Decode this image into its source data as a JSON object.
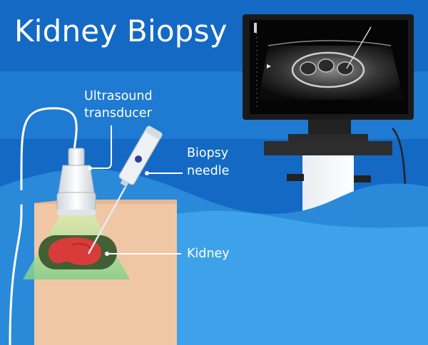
{
  "title": "Kidney Biopsy",
  "labels": {
    "transducer_line1": "Ultrasound",
    "transducer_line2": "transducer",
    "needle_line1": "Biopsy",
    "needle_line2": "needle",
    "kidney": "Kidney"
  },
  "colors": {
    "background": "#1469c4",
    "band": "#1f7ad1",
    "wave_front": "#3ea2ea",
    "wave_back": "#2a8ad9",
    "skin": "#f0c7a4",
    "kidney": "#d93b3b",
    "monitor": "#1a1a1a",
    "screen": "#050505"
  },
  "icons": {
    "monitor": "ultrasound-monitor-icon",
    "probe": "ultrasound-probe-icon",
    "needle": "biopsy-needle-icon",
    "kidney": "kidney-organ-icon"
  }
}
